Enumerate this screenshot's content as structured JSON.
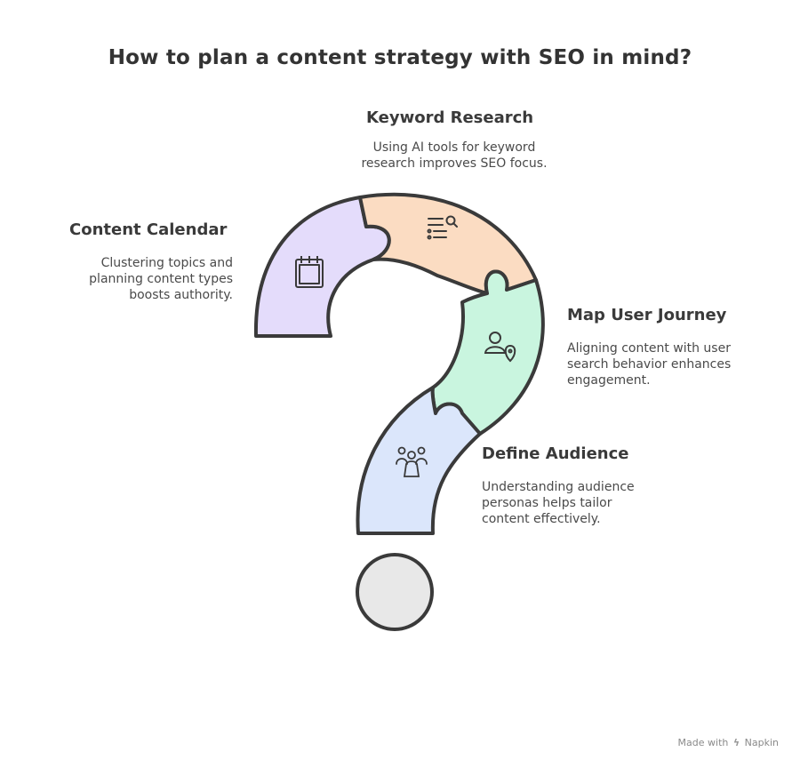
{
  "title": "How to plan a content strategy with SEO in mind?",
  "steps": [
    {
      "title": "Keyword Research",
      "desc_lines": [
        "Using AI tools for keyword",
        "research improves SEO focus."
      ],
      "icon": "keyword-search-icon",
      "color": "#fbdcc2"
    },
    {
      "title": "Content Calendar",
      "desc_lines": [
        "Clustering topics and",
        "planning content types",
        "boosts authority."
      ],
      "icon": "calendar-icon",
      "color": "#e4dcfb"
    },
    {
      "title": "Map User Journey",
      "desc_lines": [
        "Aligning content with user",
        "search behavior enhances",
        "engagement."
      ],
      "icon": "user-location-icon",
      "color": "#c9f5df"
    },
    {
      "title": "Define Audience",
      "desc_lines": [
        "Understanding audience",
        "personas helps tailor",
        "content effectively."
      ],
      "icon": "audience-icon",
      "color": "#dbe6fb"
    }
  ],
  "footer": {
    "made_with": "Made with",
    "brand": "Napkin"
  }
}
